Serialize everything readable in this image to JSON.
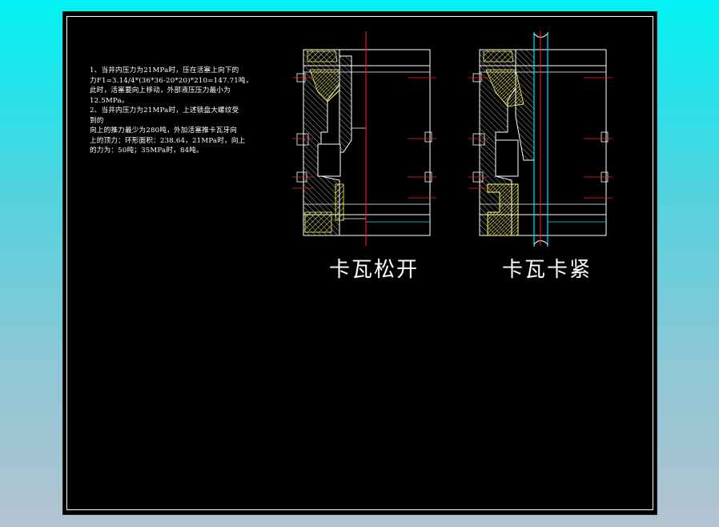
{
  "notes": {
    "lines": [
      "1、当井内压力为21MPa时，压在活塞上向下的",
      "力F1=3.14/4*(36*36-20*20)*210=147.71吨，",
      "此时，活塞要向上移动，外部液压压力最小为",
      "12.5MPa。",
      "2、当井内压力为21MPa时，上述锁盘大螺纹受",
      "到的",
      "向上的推力最少为280吨，外加活塞推卡瓦牙向",
      "上的顶力：环形面积：238.64，21MPa时，向上",
      "的力为：50吨；35MPa时，84吨。"
    ]
  },
  "titles": {
    "left": "卡瓦松开",
    "right": "卡瓦卡紧"
  },
  "colors": {
    "background_top": "#00f2f4",
    "sheet": "#000000",
    "frame": "#ffffff",
    "centerline": "#ff2020",
    "outline": "#ffffff",
    "hatch": "#ffff66",
    "pipe": "#00e5ff"
  }
}
